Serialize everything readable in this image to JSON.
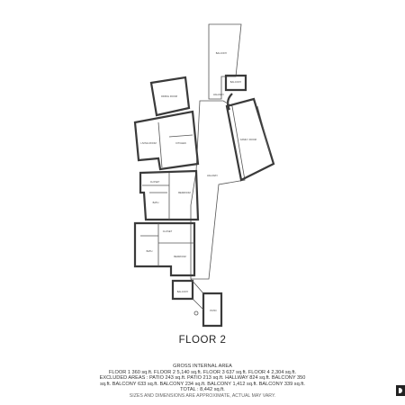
{
  "plan": {
    "floor_title": "FLOOR 2",
    "room_labels": [
      "HALLWAY",
      "FAMILY ROOM",
      "KITCHEN",
      "DINING ROOM",
      "LIVING ROOM",
      "BEDROOM",
      "BEDROOM",
      "BATH",
      "BATH",
      "CLOSET",
      "CLOSET",
      "HALLWAY",
      "PATIO",
      "BALCONY",
      "BALCONY",
      "BALCONY"
    ]
  },
  "areas": {
    "heading": "GROSS INTERNAL AREA",
    "line1": "FLOOR 1 360 sq.ft.   FLOOR 2 5,140 sq.ft.   FLOOR 3 637 sq.ft.   FLOOR 4 2,304 sq.ft.",
    "line2": "EXCLUDED AREAS :   PATIO 243 sq.ft.   PATIO 213 sq.ft.   HALLWAY 824 sq.ft.   BALCONY 350",
    "line3": "sq.ft.   BALCONY 633 sq.ft.   BALCONY 234 sq.ft.   BALCONY 1,412 sq.ft.   BALCONY 339 sq.ft.",
    "total": "TOTAL :   8,442 sq.ft.",
    "note": "SIZES AND DIMENSIONS ARE APPROXIMATE, ACTUAL MAY VARY."
  }
}
